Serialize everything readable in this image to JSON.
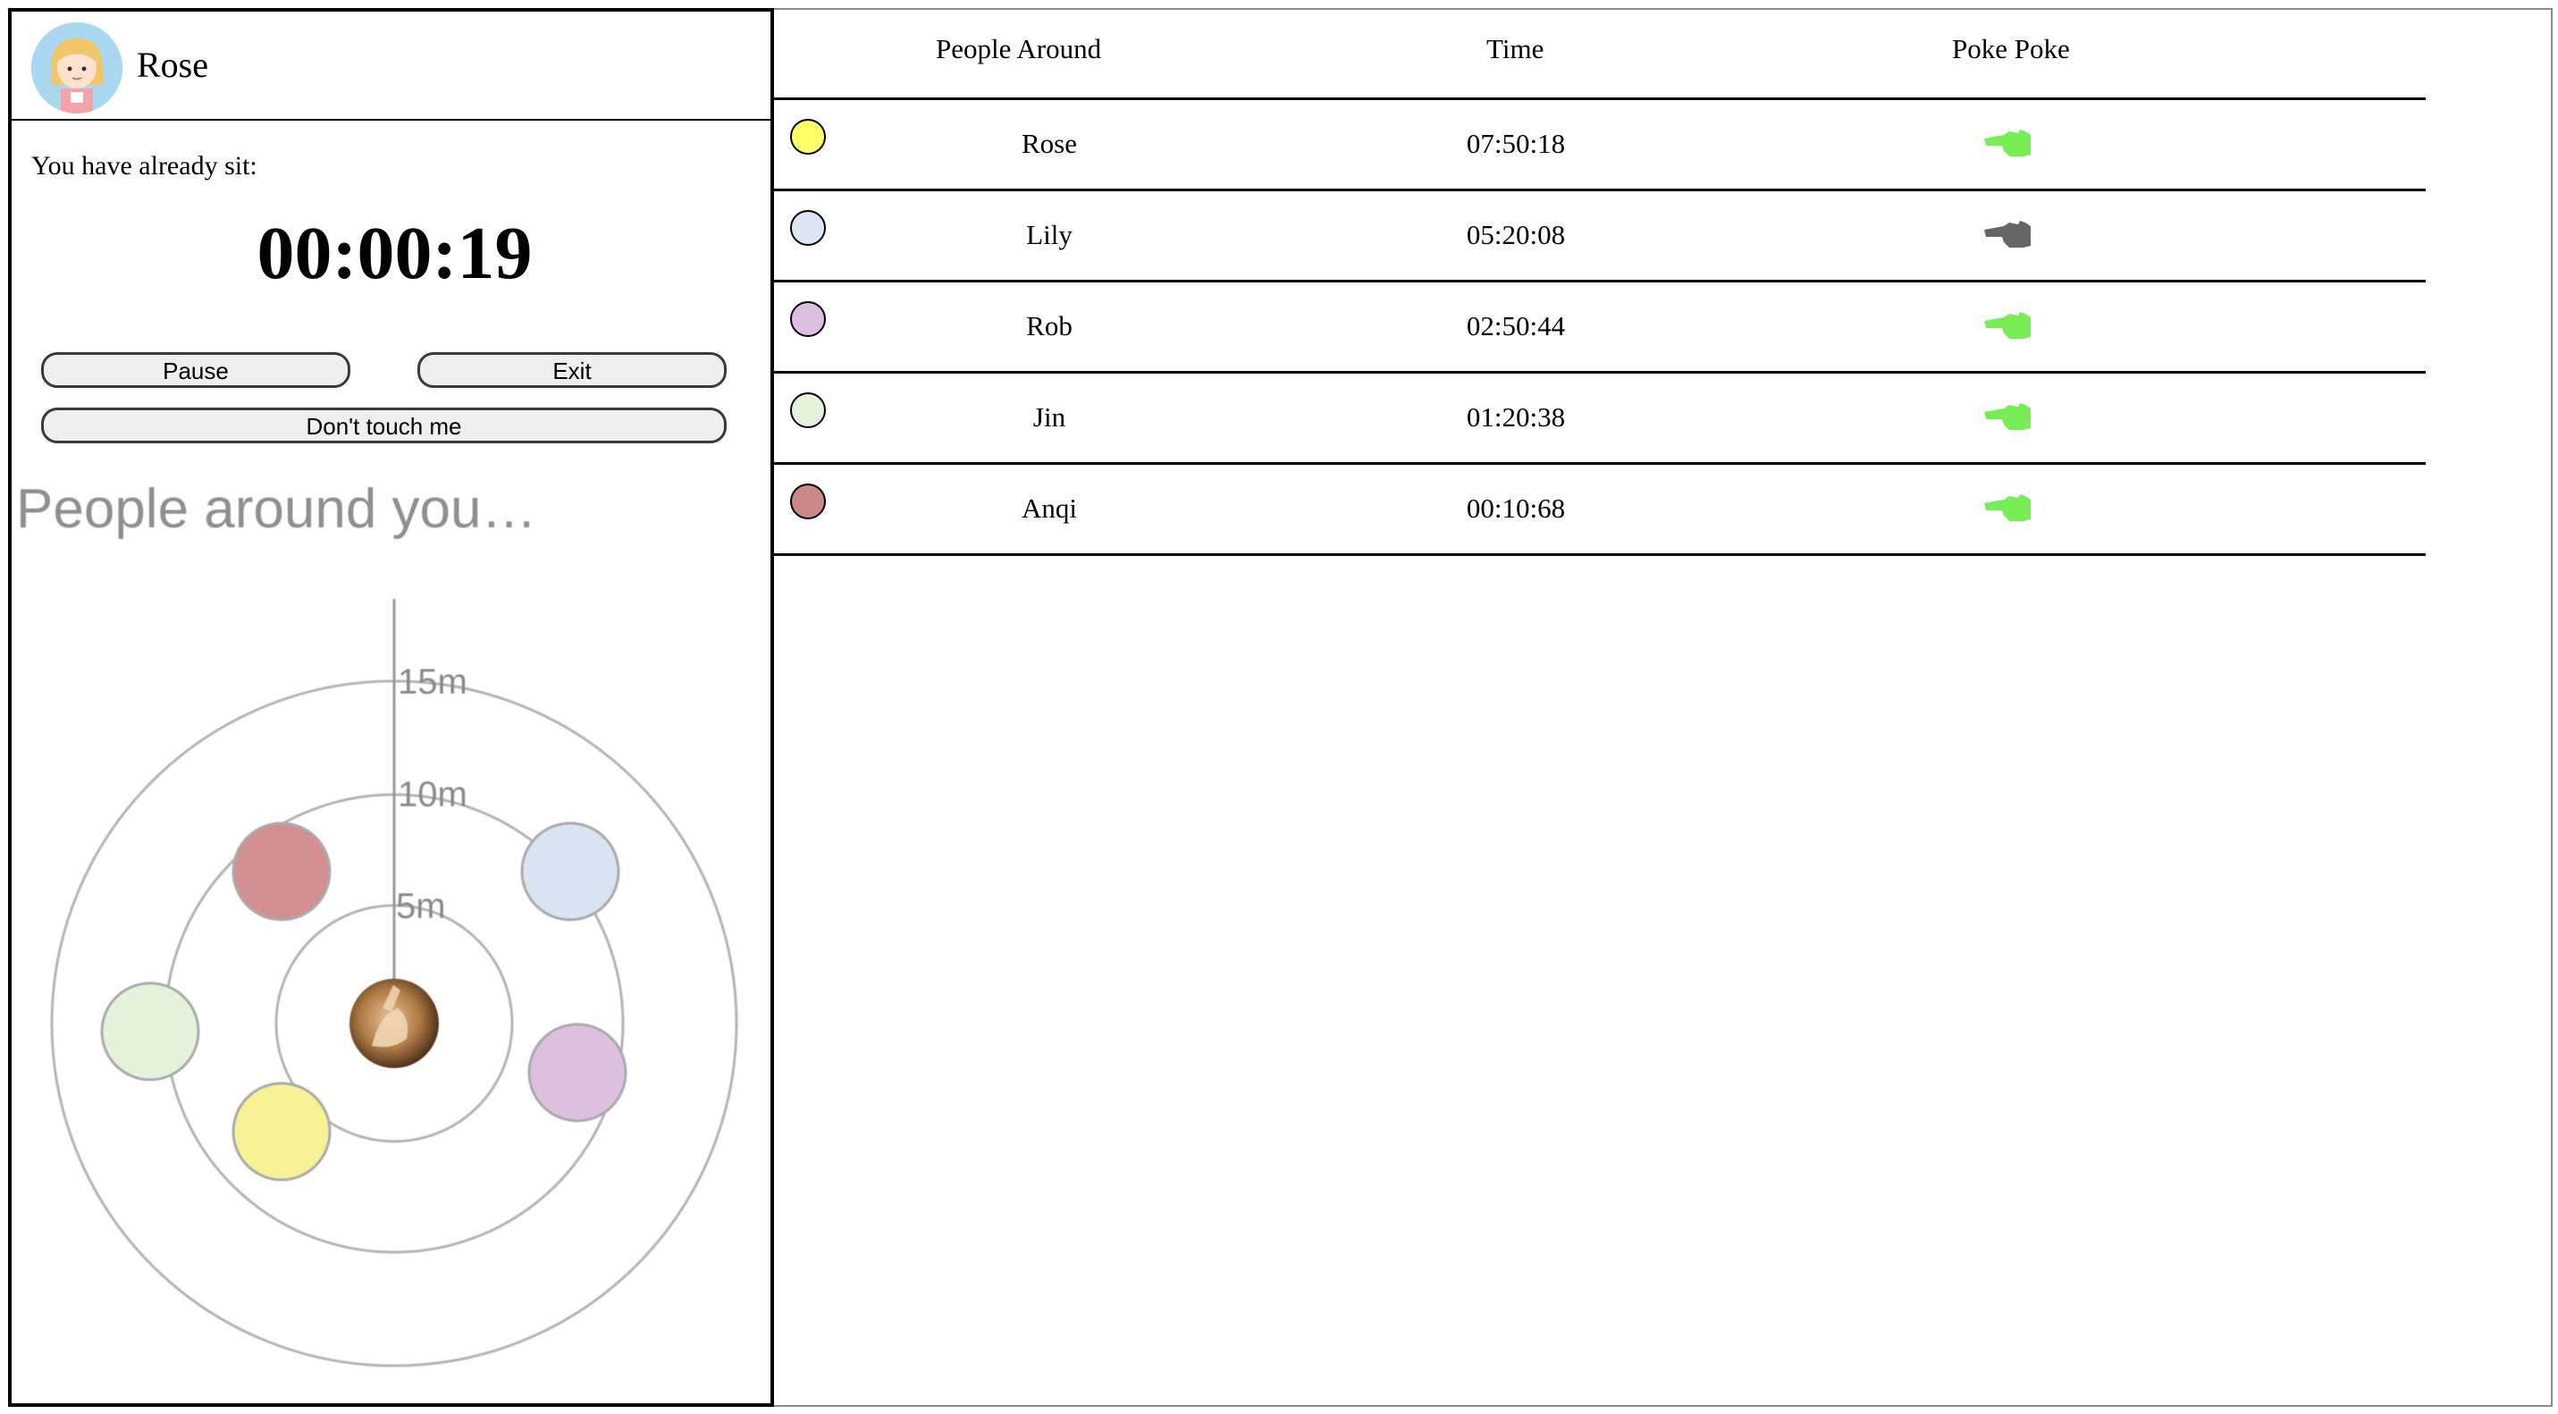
{
  "user": {
    "name": "Rose",
    "avatar_icon": "girl-avatar-icon"
  },
  "session": {
    "label": "You have already sit:",
    "elapsed": "00:00:19"
  },
  "buttons": {
    "pause": "Pause",
    "exit": "Exit",
    "dont_touch": "Don't touch me"
  },
  "radar": {
    "title": "People around you…",
    "rings": [
      "5m",
      "10m",
      "15m"
    ],
    "center_icon": "user-photo-icon"
  },
  "table": {
    "headers": {
      "people": "People Around",
      "time": "Time",
      "poke": "Poke Poke"
    },
    "rows": [
      {
        "name": "Rose",
        "time": "07:50:18",
        "color": "#ffff66",
        "poke_color": "#77ee55",
        "poke_active": true
      },
      {
        "name": "Lily",
        "time": "05:20:08",
        "color": "#dde7f4",
        "poke_color": "#666666",
        "poke_active": false
      },
      {
        "name": "Rob",
        "time": "02:50:44",
        "color": "#dcbfe0",
        "poke_color": "#77ee55",
        "poke_active": true
      },
      {
        "name": "Jin",
        "time": "01:20:38",
        "color": "#e6f3dc",
        "poke_color": "#77ee55",
        "poke_active": true
      },
      {
        "name": "Anqi",
        "time": "00:10:68",
        "color": "#cc8888",
        "poke_color": "#77ee55",
        "poke_active": true
      }
    ]
  },
  "colors": {
    "rose": "#f7f295",
    "lily": "#d9e4f2",
    "rob": "#ddc0e0",
    "jin": "#e6f3dc",
    "anqi": "#d49090"
  }
}
